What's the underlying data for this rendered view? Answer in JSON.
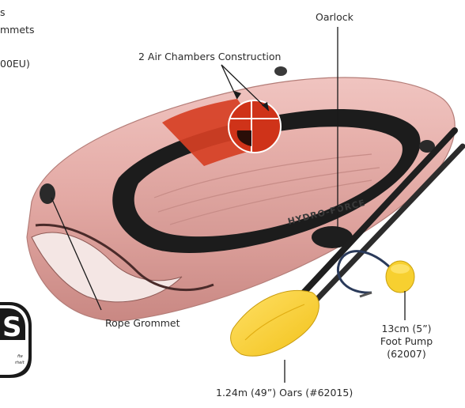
{
  "spec_fragments": {
    "line1": "s",
    "line2": "mmets",
    "line3": "00EU)"
  },
  "callouts": {
    "oarlock": "Oarlock",
    "air_chambers": "2 Air Chambers Construction",
    "rope_grommet": "Rope Grommet",
    "foot_pump": [
      "13cm (5”)",
      "Foot Pump",
      "(62007)"
    ],
    "oars": "1.24m (49”) Oars (#62015)"
  },
  "boat": {
    "brand_text": "HYDRO-FORCE",
    "hull_color": "#e3aaa6",
    "chamber_color": "#d83a1e"
  },
  "badge": {
    "letter": "S",
    "small_text": [
      "fte",
      "rheit"
    ]
  }
}
